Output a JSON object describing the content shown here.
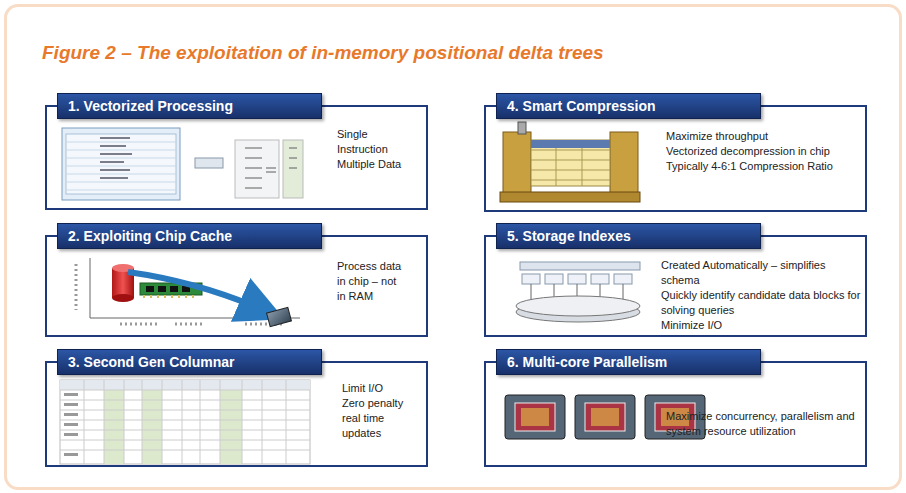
{
  "diagram": {
    "title": "Figure 2 – The exploitation of in-memory positional delta trees",
    "nodes": [
      {
        "text": [
          "1. Vectorized Processing",
          "Single Instruction Multiple Data"
        ]
      },
      {
        "text": [
          "2. Exploiting Chip Cache",
          "Process data in chip – not in RAM"
        ]
      },
      {
        "text": [
          "3. Second Gen Columnar",
          "Limit I/O",
          "Zero penalty real time updates"
        ]
      },
      {
        "text": [
          "4. Smart Compression",
          "Maximize throughput",
          "Vectorized decompression in chip",
          "Typically 4-6:1 Compression Ratio"
        ]
      },
      {
        "text": [
          "5. Storage Indexes",
          "Created Automatically – simplifies schema",
          "Quickly identify candidate data blocks for solving queries",
          "Minimize I/O"
        ]
      },
      {
        "text": [
          "6. Multi-core Parallelism",
          "Maximize concurrency, parallelism and system resource utilization"
        ]
      }
    ]
  }
}
